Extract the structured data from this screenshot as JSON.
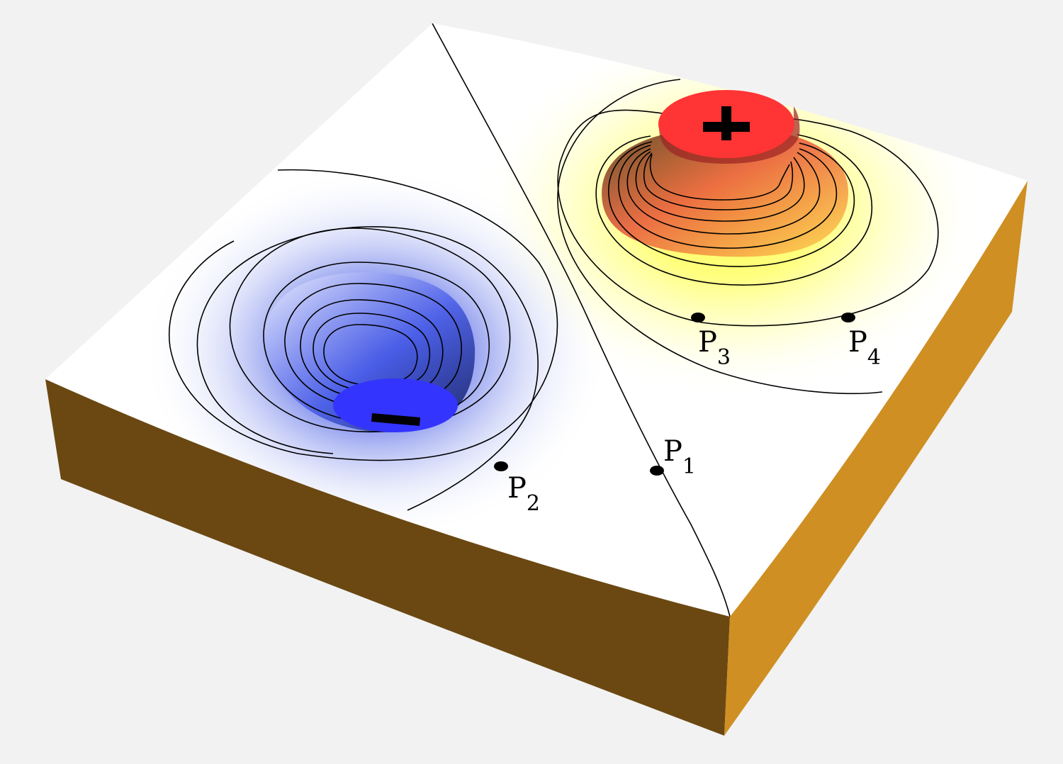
{
  "colors": {
    "background": "#f2f2f2",
    "top_surface": "#ffffff",
    "side_front": "#6b4812",
    "side_right": "#cf8f22",
    "positive_charge": "#ff3434",
    "negative_charge": "#3434ff",
    "positive_glow": "#ffff66",
    "negative_glow": "#3b4fd8",
    "contour": "#000000"
  },
  "charges": {
    "positive": {
      "symbol": "+",
      "icon": "plus-sign"
    },
    "negative": {
      "symbol": "−",
      "icon": "minus-sign"
    }
  },
  "points": [
    {
      "id": "p1",
      "letter": "P",
      "subscript": "1"
    },
    {
      "id": "p2",
      "letter": "P",
      "subscript": "2"
    },
    {
      "id": "p3",
      "letter": "P",
      "subscript": "3"
    },
    {
      "id": "p4",
      "letter": "P",
      "subscript": "4"
    }
  ]
}
